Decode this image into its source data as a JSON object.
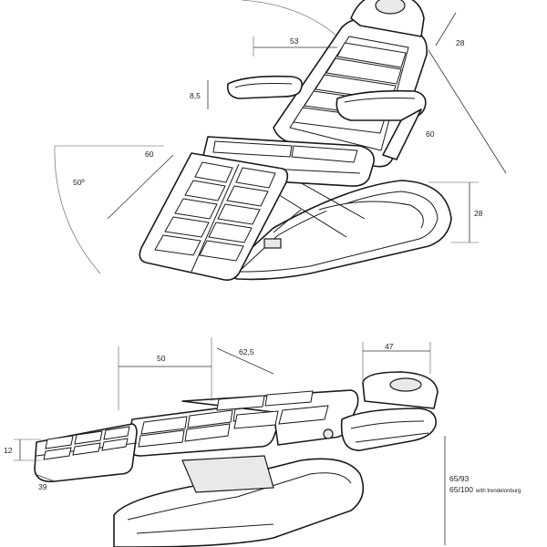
{
  "upper_view": {
    "dimensions": {
      "backrest_width": "53",
      "headrest_length": "28",
      "armrest_height": "8,5",
      "backrest_length": "60",
      "legrest_length": "60",
      "leg_angle": "50º",
      "base_height": "28"
    }
  },
  "lower_view": {
    "dimensions": {
      "seat_length": "50",
      "backrest_length": "62,5",
      "headrest_length": "47",
      "thickness": "12",
      "leg_width": "39",
      "height_range": "65/93",
      "height_trendelenburg_value": "65/100",
      "height_trendelenburg_note": "with trendelonburg"
    }
  },
  "colors": {
    "line": "#1a1a1a",
    "fill": "#ffffff",
    "shade": "#e9e9e9"
  }
}
